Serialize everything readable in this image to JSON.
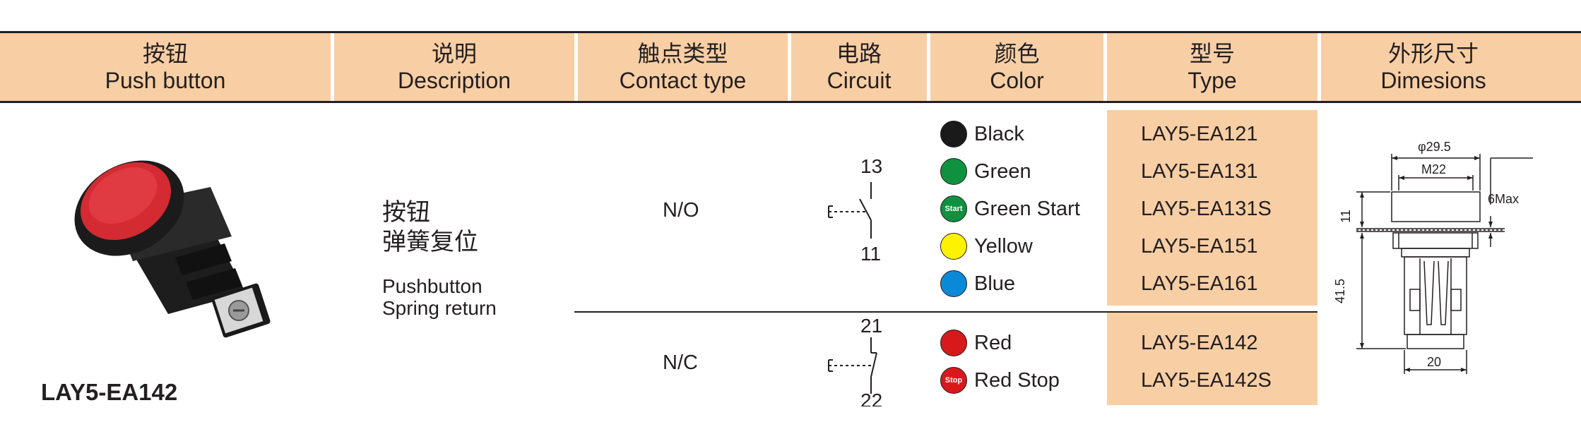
{
  "headers": [
    {
      "zh": "按钮",
      "en": "Push button"
    },
    {
      "zh": "说明",
      "en": "Description"
    },
    {
      "zh": "触点类型",
      "en": "Contact type"
    },
    {
      "zh": "电路",
      "en": "Circuit"
    },
    {
      "zh": "颜色",
      "en": "Color"
    },
    {
      "zh": "型号",
      "en": "Type"
    },
    {
      "zh": "外形尺寸",
      "en": "Dimesions"
    }
  ],
  "product": {
    "model": "LAY5-EA142"
  },
  "description": {
    "zh_line1": "按钮",
    "zh_line2": "弹簧复位",
    "en_line1": "Pushbutton",
    "en_line2": "Spring return"
  },
  "contacts": {
    "no": {
      "label": "N/O",
      "terminal_top": "13",
      "terminal_bottom": "11"
    },
    "nc": {
      "label": "N/C",
      "terminal_top": "21",
      "terminal_bottom": "22"
    }
  },
  "colors": {
    "black": "#1a1a1a",
    "green": "#0f9140",
    "yellow": "#fff200",
    "blue": "#0a8ad6",
    "red": "#d7191c",
    "header_bg": "#f8cea4"
  },
  "rows": [
    {
      "color": "Black",
      "badge": "",
      "type": "LAY5-EA121"
    },
    {
      "color": "Green",
      "badge": "",
      "type": "LAY5-EA131"
    },
    {
      "color": "Green Start",
      "badge": "Start",
      "type": "LAY5-EA131S"
    },
    {
      "color": "Yellow",
      "badge": "",
      "type": "LAY5-EA151"
    },
    {
      "color": "Blue",
      "badge": "",
      "type": "LAY5-EA161"
    },
    {
      "color": "Red",
      "badge": "",
      "type": "LAY5-EA142"
    },
    {
      "color": "Red Stop",
      "badge": "Stop",
      "type": "LAY5-EA142S"
    }
  ],
  "dimensions": {
    "diameter": "φ29.5",
    "thread": "M22",
    "max_panel": "6Max",
    "head_height": "11",
    "body_height": "41.5",
    "body_width": "20"
  }
}
